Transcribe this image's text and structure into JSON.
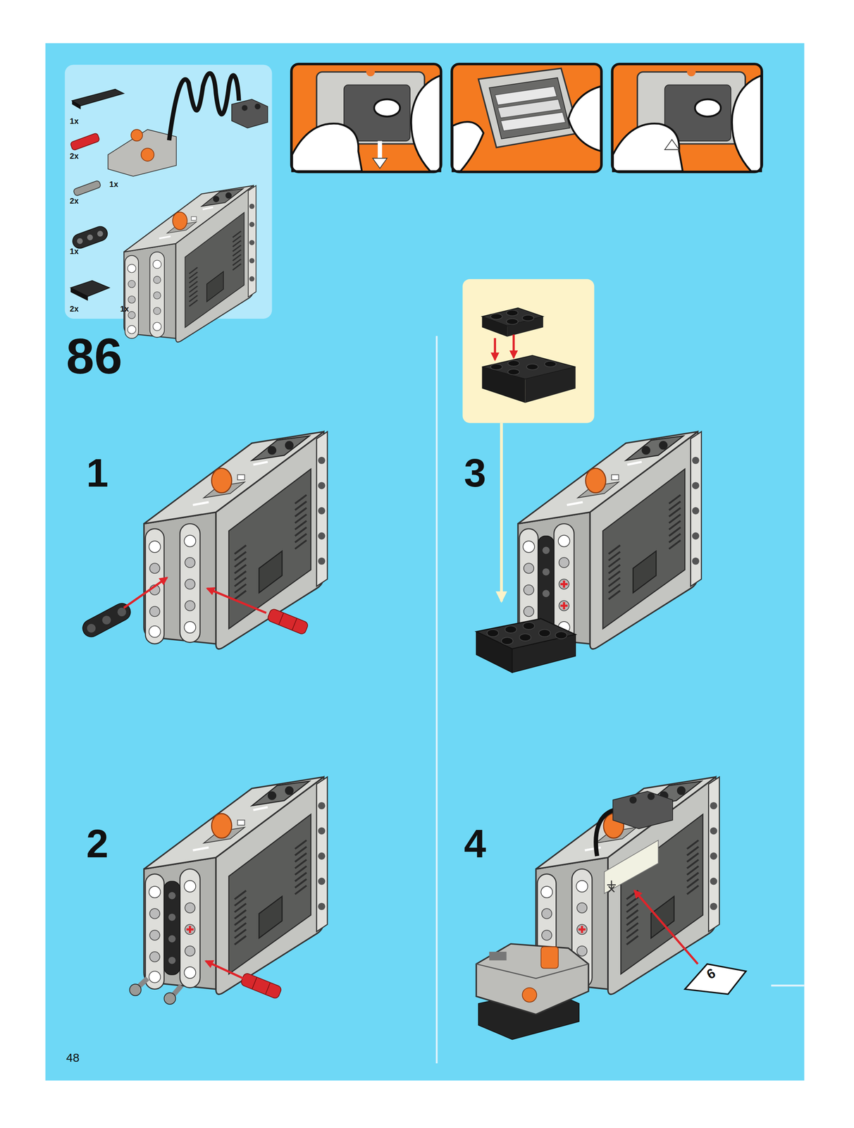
{
  "diagram": {
    "nodes": [
      {
        "text": [
          "1x",
          "2x",
          "1x",
          "2x",
          "1x",
          "2x",
          "1x"
        ]
      }
    ],
    "labels": [
      "86",
      "1",
      "2",
      "3",
      "4",
      "6",
      "48"
    ]
  }
}
